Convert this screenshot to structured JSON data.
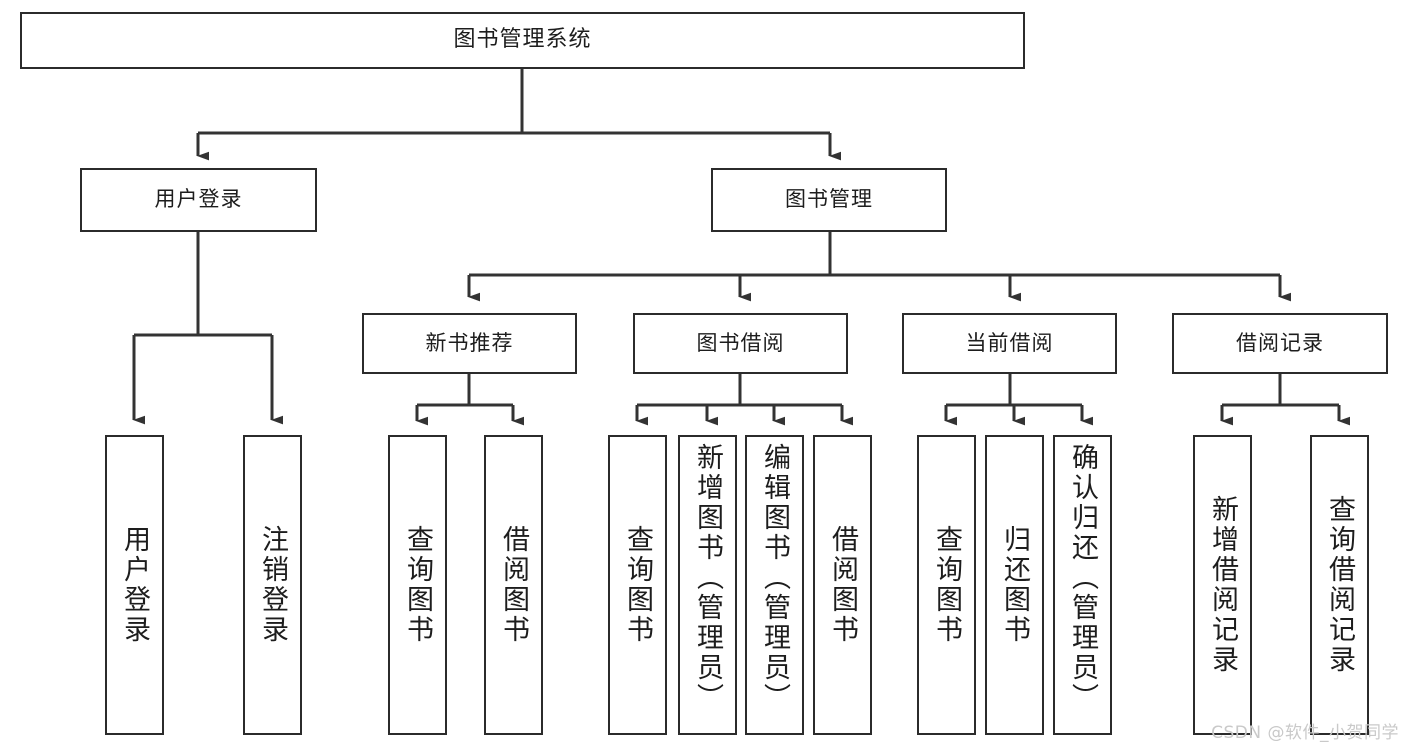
{
  "diagram": {
    "title": "图书管理系统",
    "type": "tree-hierarchy",
    "orientation": "top-down",
    "root": {
      "label": "图书管理系统"
    },
    "level2": [
      {
        "label": "用户登录"
      },
      {
        "label": "图书管理"
      }
    ],
    "level3": [
      {
        "label": "新书推荐"
      },
      {
        "label": "图书借阅"
      },
      {
        "label": "当前借阅"
      },
      {
        "label": "借阅记录"
      }
    ],
    "leaves": [
      {
        "label": "用户登录",
        "parent": "用户登录"
      },
      {
        "label": "注销登录",
        "parent": "用户登录"
      },
      {
        "label": "查询图书",
        "parent": "新书推荐"
      },
      {
        "label": "借阅图书",
        "parent": "新书推荐"
      },
      {
        "label": "查询图书",
        "parent": "图书借阅"
      },
      {
        "label": "新增图书（管理员）",
        "parent": "图书借阅"
      },
      {
        "label": "编辑图书（管理员）",
        "parent": "图书借阅"
      },
      {
        "label": "借阅图书",
        "parent": "图书借阅"
      },
      {
        "label": "查询图书",
        "parent": "当前借阅"
      },
      {
        "label": "归还图书",
        "parent": "当前借阅"
      },
      {
        "label": "确认归还（管理员）",
        "parent": "当前借阅"
      },
      {
        "label": "新增借阅记录",
        "parent": "借阅记录"
      },
      {
        "label": "查询借阅记录",
        "parent": "借阅记录"
      }
    ]
  },
  "watermark": {
    "text": "CSDN @软件_小贺同学"
  },
  "colors": {
    "box_border": "#2b2b2b",
    "box_fill": "#ffffff",
    "text": "#1d1d1d",
    "edge": "#333333",
    "watermark": "#c9c9c9",
    "background": "#ffffff"
  }
}
